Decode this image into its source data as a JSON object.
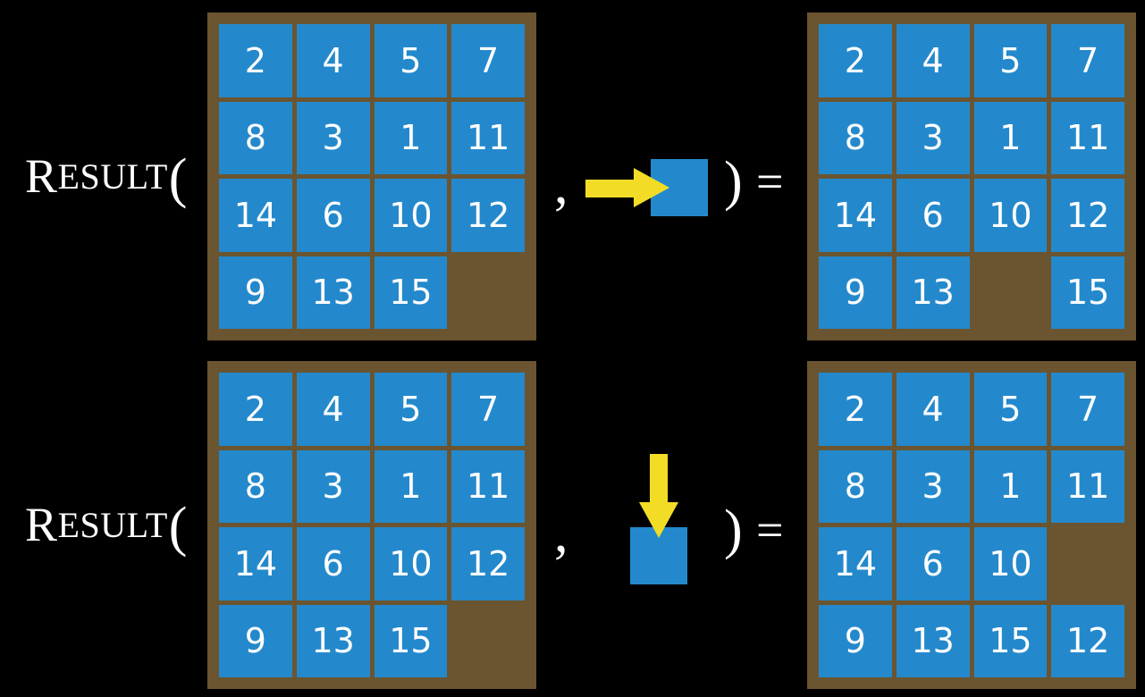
{
  "page": {
    "background_color": "#000000",
    "tile_color": "#2489cc",
    "board_color": "#6a5530",
    "arrow_color": "#f3dc26",
    "text_color": "#ffffff"
  },
  "symbols": {
    "result_cap": "R",
    "result_rest": "ESULT",
    "open_paren": "(",
    "comma": ",",
    "close_paren": ")",
    "equals": "="
  },
  "rows": [
    {
      "id": "row-1",
      "input_board": {
        "label": "input-state-row-1",
        "tiles": [
          "2",
          "4",
          "5",
          "7",
          "8",
          "3",
          "1",
          "11",
          "14",
          "6",
          "10",
          "12",
          "9",
          "13",
          "15",
          ""
        ]
      },
      "action": {
        "name": "move-right",
        "arrow_direction": "right",
        "icon": "arrow-right-into-blank-icon"
      },
      "output_board": {
        "label": "output-state-row-1",
        "tiles": [
          "2",
          "4",
          "5",
          "7",
          "8",
          "3",
          "1",
          "11",
          "14",
          "6",
          "10",
          "12",
          "9",
          "13",
          "",
          "15"
        ]
      }
    },
    {
      "id": "row-2",
      "input_board": {
        "label": "input-state-row-2",
        "tiles": [
          "2",
          "4",
          "5",
          "7",
          "8",
          "3",
          "1",
          "11",
          "14",
          "6",
          "10",
          "12",
          "9",
          "13",
          "15",
          ""
        ]
      },
      "action": {
        "name": "move-down",
        "arrow_direction": "down",
        "icon": "arrow-down-into-blank-icon"
      },
      "output_board": {
        "label": "output-state-row-2",
        "tiles": [
          "2",
          "4",
          "5",
          "7",
          "8",
          "3",
          "1",
          "11",
          "14",
          "6",
          "10",
          "",
          "9",
          "13",
          "15",
          "12"
        ]
      }
    }
  ]
}
